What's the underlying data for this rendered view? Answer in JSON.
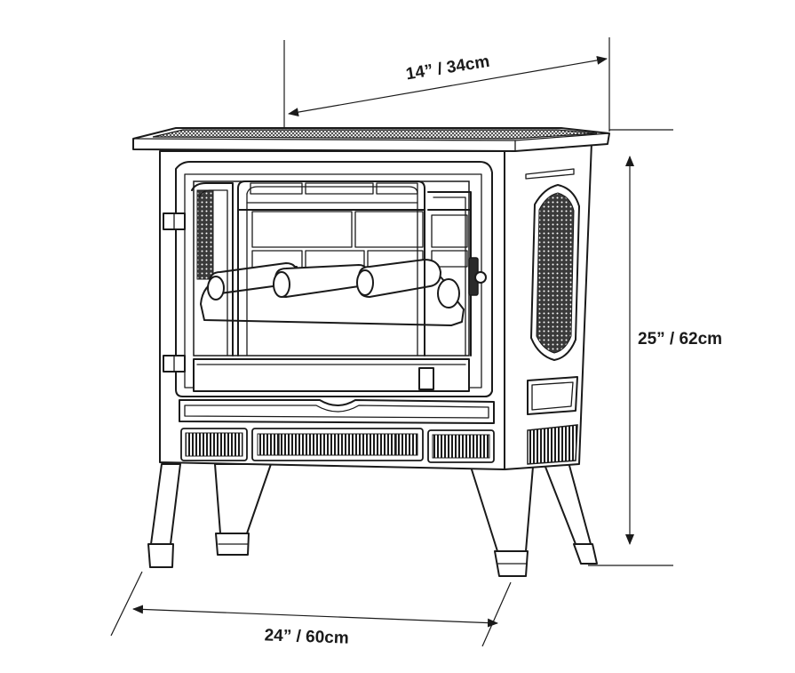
{
  "dimensions": {
    "depth_label": "14” / 34cm",
    "height_label": "25” / 62cm",
    "width_label": "24” / 60cm"
  },
  "colors": {
    "line": "#1a1a1a",
    "background": "#ffffff"
  }
}
